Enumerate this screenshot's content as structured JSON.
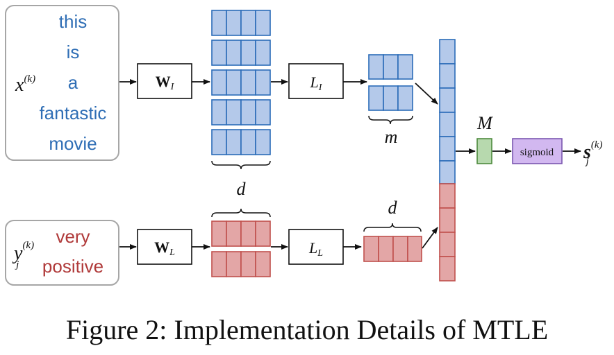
{
  "colors": {
    "blue_text": "#2F6EB5",
    "red_text": "#B03A3A",
    "blue_fill": "#B4C9EA",
    "blue_stroke": "#2B6CB8",
    "red_fill": "#E3A6A6",
    "red_stroke": "#C0504D",
    "green_fill": "#B7D9AE",
    "green_stroke": "#4E8A3E",
    "purple_fill": "#D2B8F0",
    "purple_stroke": "#7A56B0",
    "arrow": "#111111",
    "input_border": "#A6A6A6"
  },
  "input_x": {
    "var": "x",
    "sup": "(k)",
    "words": [
      "this",
      "is",
      "a",
      "fantastic",
      "movie"
    ]
  },
  "input_y": {
    "var": "y",
    "sub": "j",
    "sup": "(k)",
    "words": [
      "very",
      "positive"
    ]
  },
  "weights": {
    "wi_main": "W",
    "wi_sub": "I",
    "wl_main": "W",
    "wl_sub": "L"
  },
  "layers": {
    "li_main": "L",
    "li_sub": "I",
    "ll_main": "L",
    "ll_sub": "L"
  },
  "labels": {
    "d_upper": "d",
    "d_lower": "d",
    "m": "m",
    "M": "M",
    "sigmoid": "sigmoid"
  },
  "output": {
    "var": "s",
    "sub": "j",
    "sup": "(k)"
  },
  "caption": "Figure 2: Implementation Details of MTLE"
}
